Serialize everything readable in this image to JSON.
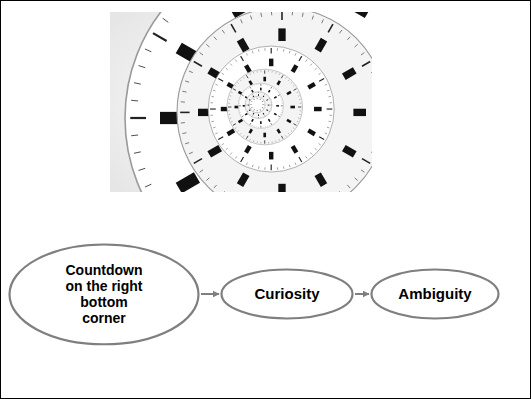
{
  "diagram": {
    "nodes": [
      {
        "text": [
          "Countdown on the right bottom corner"
        ]
      },
      {
        "text": [
          "Curiosity"
        ]
      },
      {
        "text": [
          "Ambiguity"
        ]
      }
    ],
    "edges": [
      {
        "from": 0,
        "to": 1,
        "arrow": "to"
      },
      {
        "from": 1,
        "to": 2,
        "arrow": "to"
      }
    ]
  }
}
